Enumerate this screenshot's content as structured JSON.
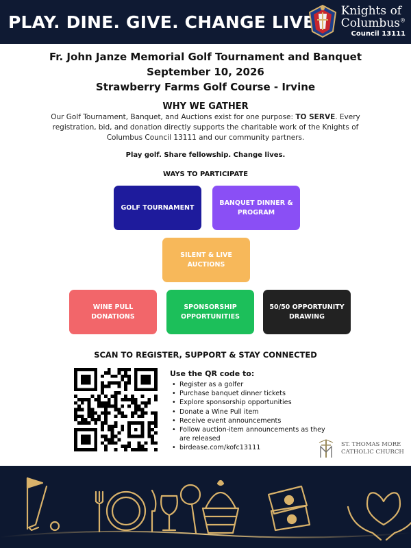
{
  "header": {
    "title": "PLAY. DINE. GIVE. CHANGE LIVES",
    "org_line1": "Knights of",
    "org_line2": "Columbus",
    "org_mark": "®",
    "org_council": "Council 13111"
  },
  "event": {
    "name": "Fr. John Janze Memorial Golf Tournament and Banquet",
    "date": "September 10, 2026",
    "venue": "Strawberry Farms Golf Course - Irvine"
  },
  "why": {
    "title": "WHY WE GATHER",
    "body_before": "Our Golf Tournament, Banquet, and Auctions exist for one purpose: ",
    "body_emphasis": "TO SERVE",
    "body_after": ". Every registration, bid, and donation directly supports the charitable work of the Knights of Columbus Council 13111 and our community partners.",
    "tagline": "Play golf. Share fellowship. Change lives."
  },
  "ways": {
    "title": "WAYS TO PARTICIPATE",
    "items": [
      {
        "label": "GOLF TOURNAMENT",
        "color": "#1e1b9c"
      },
      {
        "label": "BANQUET DINNER & PROGRAM",
        "color": "#8a4ff5"
      },
      {
        "label": "SILENT & LIVE AUCTIONS",
        "color": "#f7b85a"
      },
      {
        "label": "WINE PULL DONATIONS",
        "color": "#f2666a"
      },
      {
        "label": "SPONSORSHIP OPPORTUNITIES",
        "color": "#1cbf5a"
      },
      {
        "label": "50/50 OPPORTUNITY DRAWING",
        "color": "#222222"
      }
    ]
  },
  "scan": {
    "title": "SCAN TO REGISTER, SUPPORT & STAY CONNECTED",
    "heading": "Use the QR code to:",
    "items": [
      "Register as a golfer",
      "Purchase banquet dinner tickets",
      "Explore sponsorship opportunities",
      "Donate a Wine Pull item",
      "Receive event announcements",
      "Follow auction-item announcements as they are released",
      "birdease.com/kofc13111"
    ]
  },
  "church": {
    "line1": "ST. THOMAS MORE",
    "line2": "CATHOLIC CHURCH"
  },
  "colors": {
    "header_bg": "#0f1a33",
    "footer_bg": "#0d1830",
    "gold": "#d9b26a"
  },
  "footer_icons": [
    "golf-flag-icon",
    "dinner-plate-icon",
    "wine-glass-icon",
    "magnifier-icon",
    "gift-basket-icon",
    "raffle-tickets-icon",
    "heart-hands-icon"
  ]
}
